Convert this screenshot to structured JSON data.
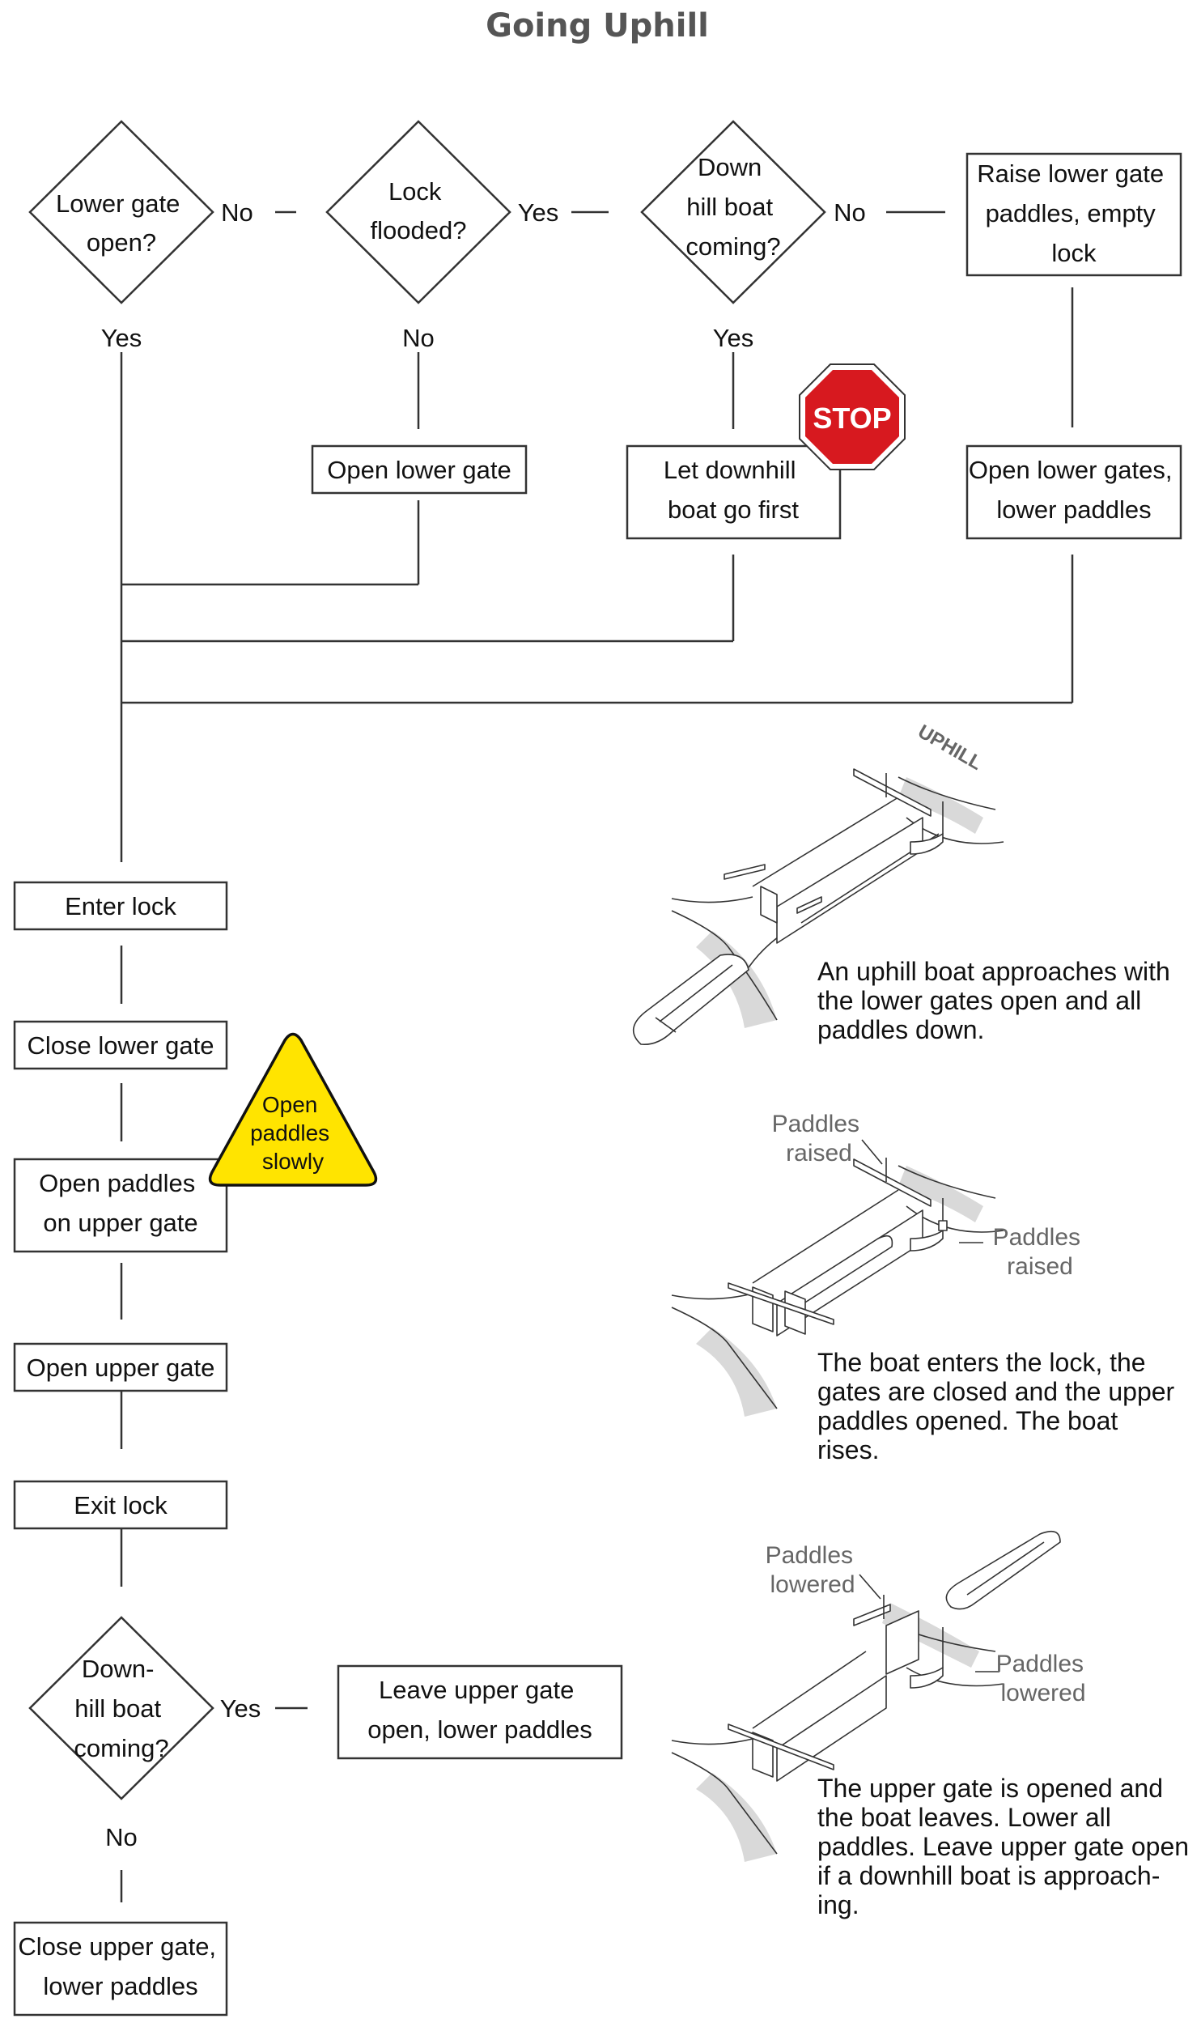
{
  "title": "Going Uphill",
  "decisions": {
    "lower_gate_open": [
      "Lower gate",
      "open?"
    ],
    "lock_flooded": [
      "Lock",
      "flooded?"
    ],
    "downhill_boat_top": [
      "Down",
      "hill boat",
      "coming?"
    ],
    "downhill_boat_bottom": [
      "Down-",
      "hill boat",
      "coming?"
    ]
  },
  "edge_labels": {
    "no": "No",
    "yes": "Yes"
  },
  "boxes": {
    "raise_lower_paddles": [
      "Raise lower gate",
      "paddles, empty",
      "lock"
    ],
    "open_lower_gate": [
      "Open lower gate"
    ],
    "let_downhill_first": [
      "Let downhill",
      "boat go first"
    ],
    "open_lower_gates_paddles": [
      "Open lower gates,",
      "lower paddles"
    ],
    "enter_lock": [
      "Enter lock"
    ],
    "close_lower_gate": [
      "Close lower gate"
    ],
    "open_upper_paddles": [
      "Open paddles",
      "on upper gate"
    ],
    "open_upper_gate": [
      "Open upper gate"
    ],
    "exit_lock": [
      "Exit lock"
    ],
    "leave_upper_open": [
      "Leave upper gate",
      "open, lower paddles"
    ],
    "close_upper_gate": [
      "Close upper gate,",
      "lower paddles"
    ]
  },
  "signs": {
    "stop": "STOP",
    "caution": [
      "Open",
      "paddles",
      "slowly"
    ]
  },
  "colors": {
    "stop_red": "#d7191f",
    "caution_yellow": "#ffe400"
  },
  "illustrations": {
    "direction_label": "UPHILL",
    "captions": [
      [
        "An uphill boat approaches with",
        "the lower gates open and all",
        "paddles down."
      ],
      [
        "The boat enters the lock, the",
        "gates are closed and the upper",
        "paddles opened. The boat",
        "rises."
      ],
      [
        "The upper gate is opened and",
        "the boat leaves. Lower all",
        "paddles. Leave upper gate open",
        "if a downhill boat is approach-",
        "ing."
      ]
    ],
    "callouts": {
      "paddles_raised_top": [
        "Paddles",
        "raised"
      ],
      "paddles_raised_right": [
        "Paddles",
        "raised"
      ],
      "paddles_lowered_top": [
        "Paddles",
        "lowered"
      ],
      "paddles_lowered_right": [
        "Paddles",
        "lowered"
      ]
    }
  }
}
